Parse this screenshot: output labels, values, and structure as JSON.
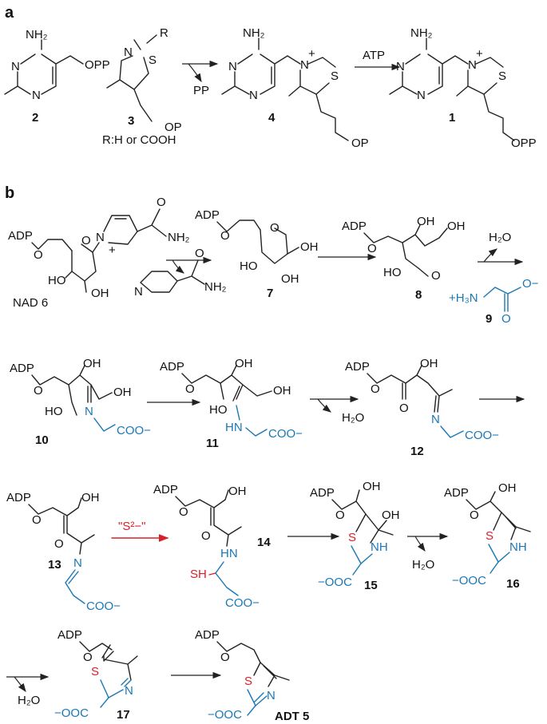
{
  "panels": {
    "a": "a",
    "b": "b"
  },
  "atoms": {
    "nh2": "NH₂",
    "opp": "OPP",
    "op": "OP",
    "r": "R",
    "n": "N",
    "s": "S",
    "plus": "+",
    "pp": "PP",
    "atp": "ATP",
    "adp": "ADP",
    "oh": "OH",
    "o": "O",
    "h2o": "H₂O",
    "ho": "HO",
    "nh": "NH",
    "hn": "HN",
    "sh": "SH",
    "coo_minus": "COO−",
    "minus_ooc": "−OOC",
    "h3n_plus": "+H₃N",
    "o_minus": "O−",
    "sulfide": "\"S²−\""
  },
  "compounds": {
    "c2": "2",
    "c3": "3",
    "c4": "4",
    "c1": "1",
    "c6": "NAD 6",
    "c7": "7",
    "c8": "8",
    "c9": "9",
    "c10": "10",
    "c11": "11",
    "c12": "12",
    "c13": "13",
    "c14": "14",
    "c15": "15",
    "c16": "16",
    "c17": "17",
    "c5": "ADT 5"
  },
  "notes": {
    "r_def": "R:H or COOH"
  },
  "colors": {
    "text": "#111111",
    "blue": "#1a78b4",
    "red": "#d8202a"
  }
}
